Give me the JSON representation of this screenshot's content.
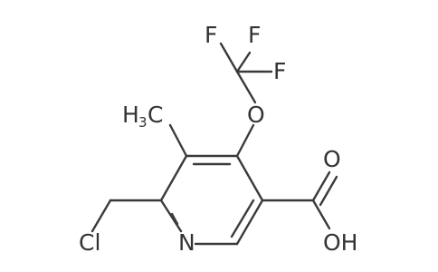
{
  "molecule": {
    "atoms": {
      "F1": "F",
      "F2": "F",
      "F3": "F",
      "O_ether": "O",
      "CH3": "H",
      "CH3_sub": "3",
      "CH3_C": "C",
      "N": "N",
      "Cl": "Cl",
      "O_carbonyl": "O",
      "OH": "OH"
    },
    "colors": {
      "bond": "#3a3a3a",
      "text": "#333333",
      "background": "#ffffff"
    }
  }
}
